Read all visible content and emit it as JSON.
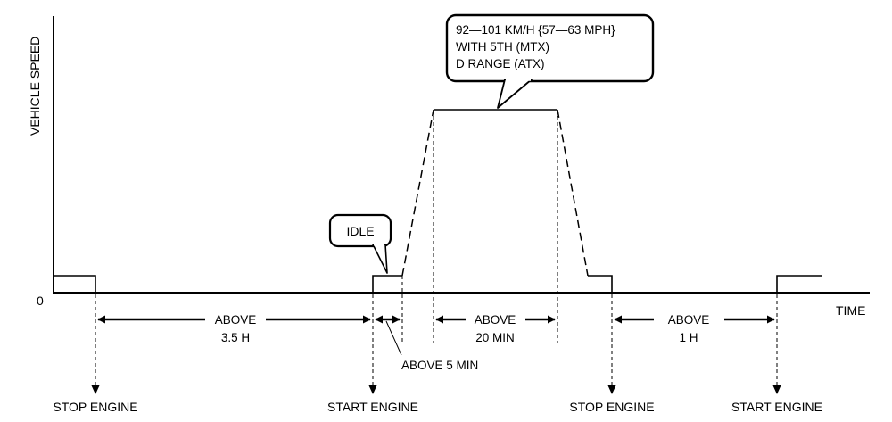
{
  "axes": {
    "y_label": "VEHICLE SPEED",
    "x_label": "TIME",
    "origin": "0"
  },
  "callouts": {
    "speed_line1": "92—101 KM/H {57—63 MPH}",
    "speed_line2": "WITH 5TH (MTX)",
    "speed_line3": "D RANGE (ATX)",
    "idle": "IDLE"
  },
  "intervals": {
    "stop_period_line1": "ABOVE",
    "stop_period_line2": "3.5 H",
    "idle_period": "ABOVE 5 MIN",
    "drive_period_line1": "ABOVE",
    "drive_period_line2": "20 MIN",
    "cool_period_line1": "ABOVE",
    "cool_period_line2": "1 H"
  },
  "events": {
    "stop_engine_1": "STOP ENGINE",
    "start_engine_1": "START ENGINE",
    "stop_engine_2": "STOP ENGINE",
    "start_engine_2": "START ENGINE"
  }
}
